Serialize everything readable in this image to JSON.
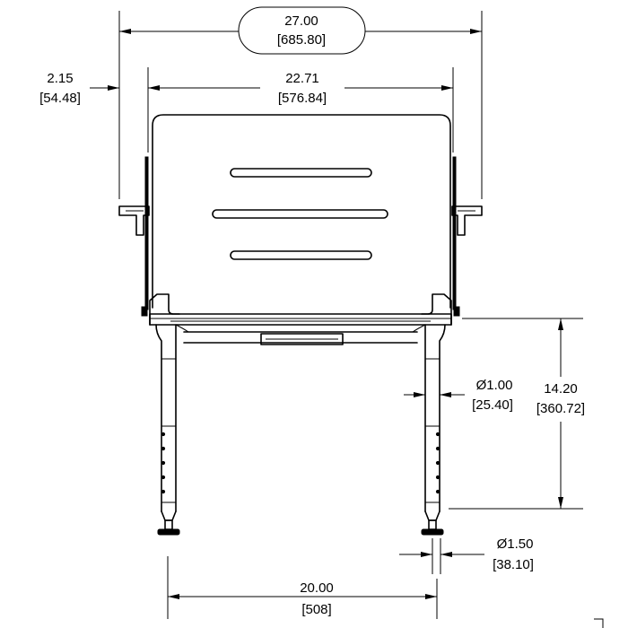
{
  "drawing": {
    "overall_width": {
      "inch": "27.00",
      "mm": "[685.80]"
    },
    "seat_width": {
      "inch": "22.71",
      "mm": "[576.84]"
    },
    "armrest_offset": {
      "inch": "2.15",
      "mm": "[54.48]"
    },
    "seat_height": {
      "inch": "14.20",
      "mm": "[360.72]"
    },
    "leg_tube_diameter": {
      "symbol": "Ø",
      "inch": "1.00",
      "mm": "[25.40]"
    },
    "foot_diameter": {
      "symbol": "Ø",
      "inch": "1.50",
      "mm": "[38.10]"
    },
    "leg_spacing": {
      "inch": "20.00",
      "mm": "[508]"
    }
  }
}
